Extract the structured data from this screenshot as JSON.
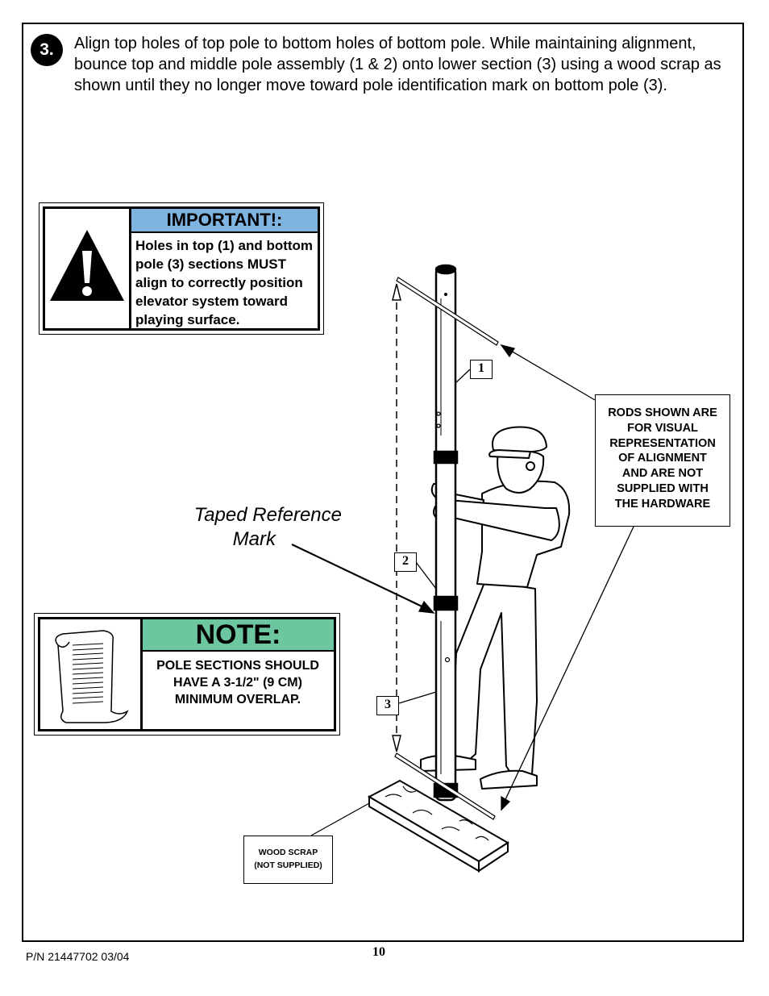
{
  "step": {
    "number": "3.",
    "instruction": "Align top holes of top pole to bottom holes of bottom pole. While maintaining alignment, bounce top and middle pole assembly (1 & 2) onto lower section (3) using a wood scrap as shown until they no longer move toward pole identification mark on bottom pole (3)."
  },
  "important": {
    "title": "IMPORTANT!:",
    "text": "Holes in top (1) and bottom pole (3) sections MUST align to correctly position elevator system toward playing surface.",
    "icon": "warning-triangle-icon"
  },
  "note": {
    "title": "NOTE:",
    "text": "POLE SECTIONS SHOULD HAVE A 3-1/2\" (9 CM) MINIMUM OVERLAP.",
    "icon": "document-scroll-icon"
  },
  "taped_label": {
    "line1": "Taped Reference",
    "line2": "Mark"
  },
  "rods_note": {
    "line1": "RODS SHOWN ARE",
    "line2": "FOR VISUAL",
    "line3": "REPRESENTATION",
    "line4": "OF ALIGNMENT",
    "line5": "AND ARE NOT",
    "line6": "SUPPLIED WITH",
    "line7": "THE HARDWARE"
  },
  "wood_note": {
    "line1": "WOOD SCRAP",
    "line2": "(NOT SUPPLIED)"
  },
  "callouts": {
    "c1": "1",
    "c2": "2",
    "c3": "3"
  },
  "footer": {
    "part_number": "P/N 21447702  03/04",
    "page": "10"
  },
  "colors": {
    "important_header": "#7fb3e0",
    "note_header": "#6cc6a0"
  }
}
